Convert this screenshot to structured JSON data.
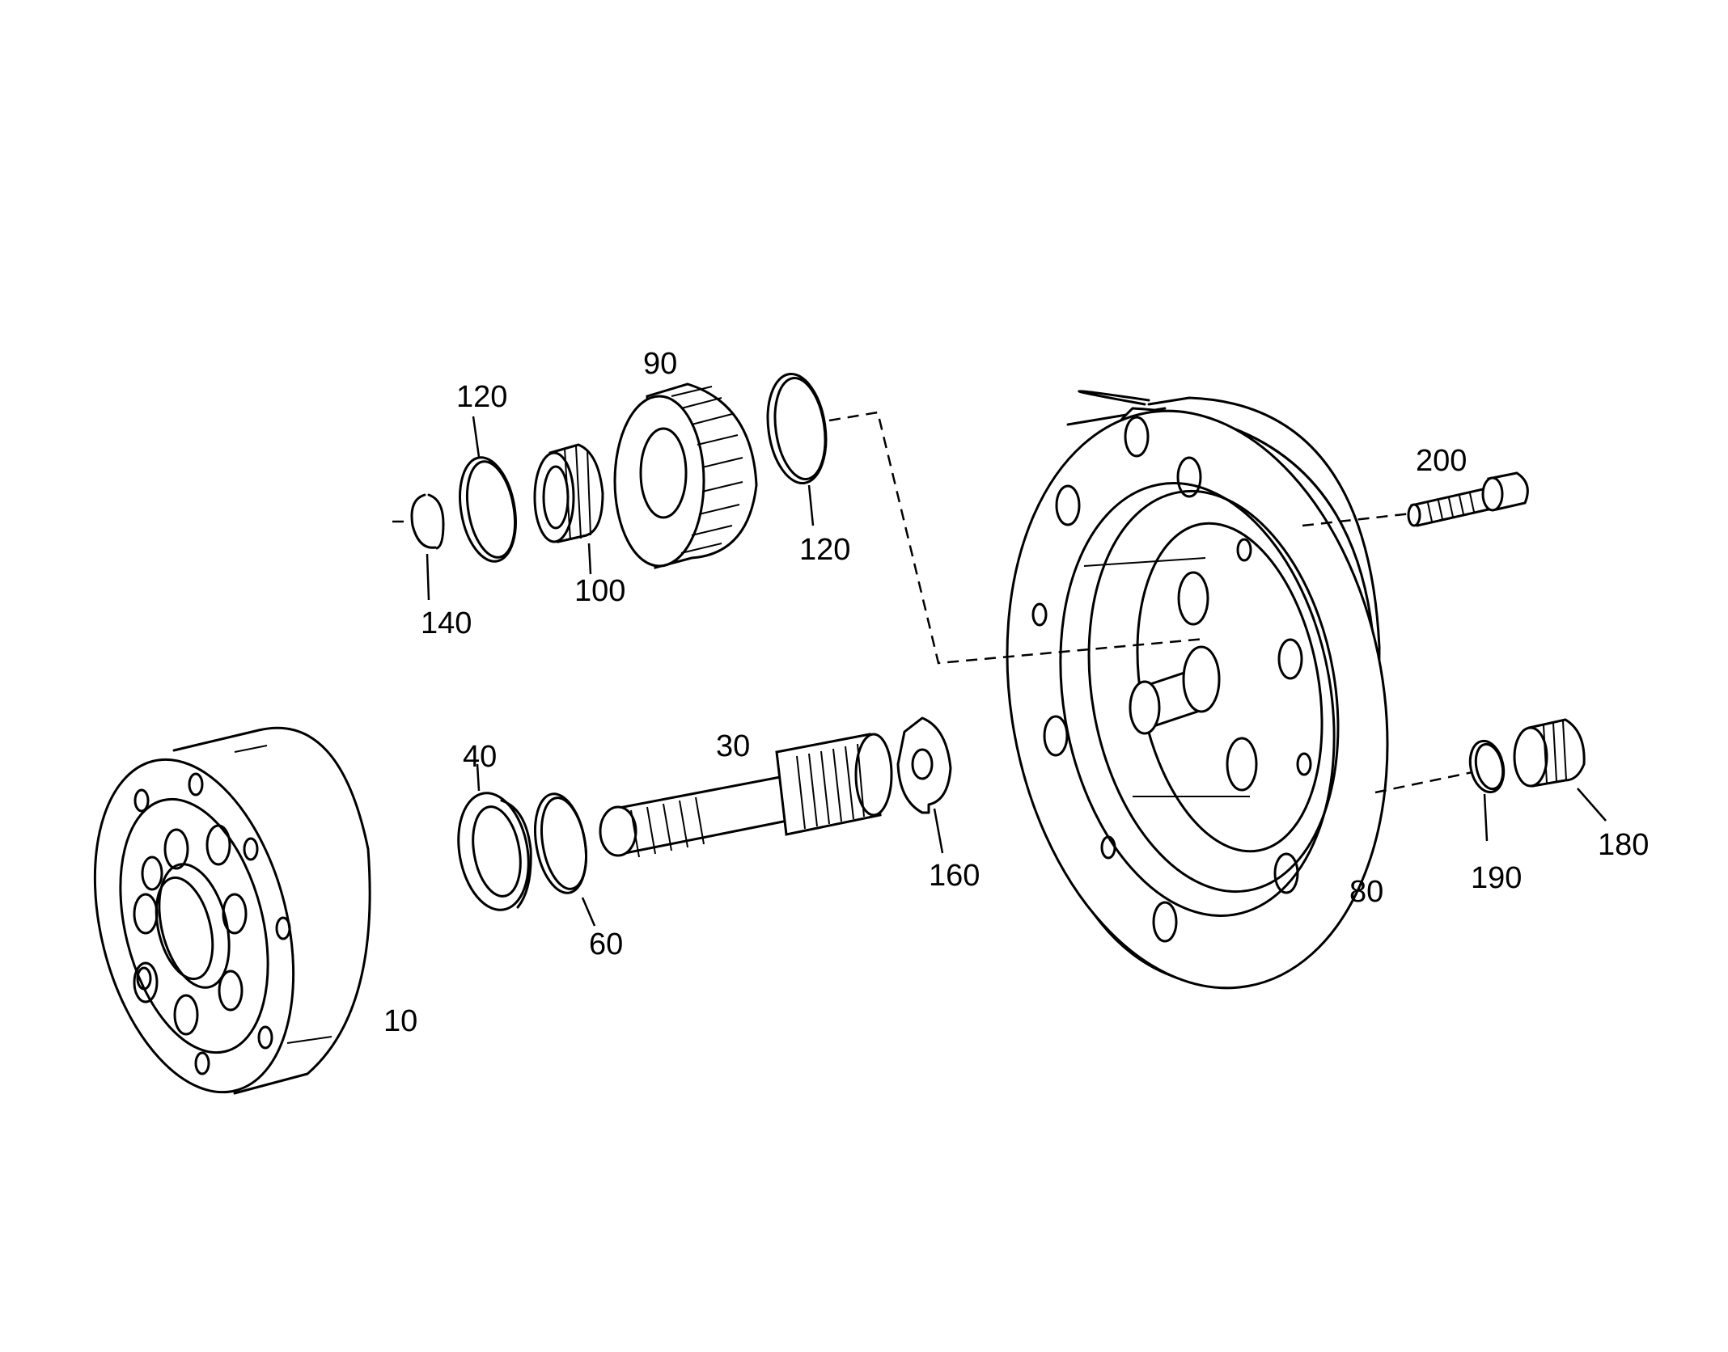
{
  "labels": {
    "p10": "10",
    "p30": "30",
    "p40": "40",
    "p60": "60",
    "p80": "80",
    "p90": "90",
    "p100": "100",
    "p120a": "120",
    "p120b": "120",
    "p140": "140",
    "p160": "160",
    "p180": "180",
    "p190": "190",
    "p200": "200"
  }
}
